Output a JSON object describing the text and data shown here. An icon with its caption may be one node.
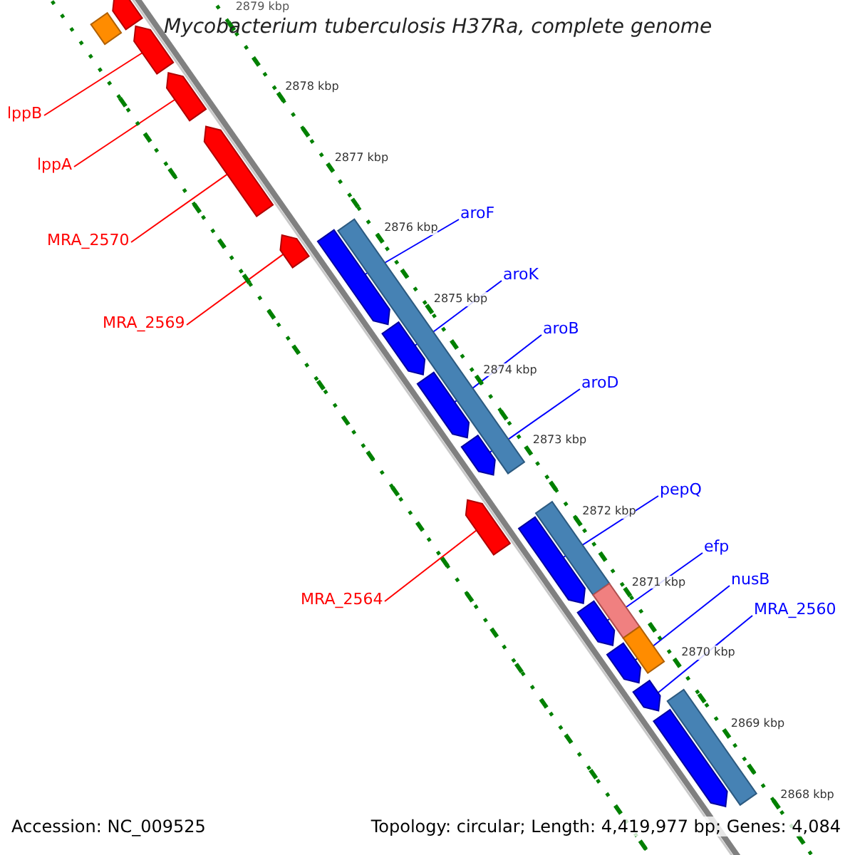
{
  "diagram": {
    "title": "Mycobacterium tuberculosis H37Ra, complete genome",
    "nodes": [
      {
        "text": [],
        "shape": "box"
      },
      {
        "text": [],
        "shape": "pentagon"
      },
      {
        "text": [],
        "shape": "pentagon"
      },
      {
        "text": [],
        "shape": "pentagon"
      },
      {
        "text": [],
        "shape": "pentagon"
      },
      {
        "text": [],
        "shape": "pentagon"
      },
      {
        "text": [],
        "shape": "pentagon"
      },
      {
        "text": [],
        "shape": "bar"
      },
      {
        "text": [],
        "shape": "pentagon"
      },
      {
        "text": [],
        "shape": "pentagon"
      },
      {
        "text": [],
        "shape": "pentagon"
      },
      {
        "text": [],
        "shape": "pentagon"
      },
      {
        "text": [],
        "shape": "bar"
      },
      {
        "text": [],
        "shape": "pentagon"
      },
      {
        "text": [],
        "shape": "bar"
      },
      {
        "text": [],
        "shape": "pentagon"
      },
      {
        "text": [],
        "shape": "bar"
      },
      {
        "text": [],
        "shape": "pentagon"
      },
      {
        "text": [],
        "shape": "pentagon"
      },
      {
        "text": [],
        "shape": "bar"
      },
      {
        "text": [],
        "shape": "pentagon"
      },
      {
        "text": [
          "lppB"
        ]
      },
      {
        "text": [
          "lppA"
        ]
      },
      {
        "text": [
          "aroF"
        ]
      },
      {
        "text": [
          "MRA_2570"
        ]
      },
      {
        "text": [
          "aroK"
        ]
      },
      {
        "text": [
          "MRA_2569"
        ]
      },
      {
        "text": [
          "aroB"
        ]
      },
      {
        "text": [
          "aroD"
        ]
      },
      {
        "text": [
          "pepQ"
        ]
      },
      {
        "text": [
          "efp"
        ]
      },
      {
        "text": [
          "nusB"
        ]
      },
      {
        "text": [
          "MRA_2564"
        ]
      },
      {
        "text": [
          "MRA_2560"
        ]
      }
    ],
    "edges": [
      {
        "from": 21,
        "to": 2,
        "arrow": "none",
        "color": "#ff0000"
      },
      {
        "from": 22,
        "to": 3,
        "arrow": "none",
        "color": "#ff0000"
      },
      {
        "from": 23,
        "to": 6,
        "arrow": "none"
      },
      {
        "from": 24,
        "to": 4,
        "arrow": "none",
        "color": "#ff0000"
      },
      {
        "from": 25,
        "to": 8,
        "arrow": "none"
      },
      {
        "from": 26,
        "to": 5,
        "arrow": "none",
        "color": "#ff0000"
      },
      {
        "from": 27,
        "to": 9,
        "arrow": "none"
      },
      {
        "from": 28,
        "to": 10,
        "arrow": "none"
      },
      {
        "from": 29,
        "to": 13,
        "arrow": "none"
      },
      {
        "from": 30,
        "to": 15,
        "arrow": "none"
      },
      {
        "from": 31,
        "to": 17,
        "arrow": "none"
      },
      {
        "from": 32,
        "to": 11,
        "arrow": "none",
        "color": "#ff0000"
      },
      {
        "from": 33,
        "to": 18,
        "arrow": "none"
      }
    ],
    "labels": [
      "2879 kbp",
      "2878 kbp",
      "2877 kbp",
      "2876 kbp",
      "2875 kbp",
      "2874 kbp",
      "2873 kbp",
      "2872 kbp",
      "2871 kbp",
      "2870 kbp",
      "2869 kbp",
      "2868 kbp",
      "Accession: NC_009525",
      "Topology: circular; Length: 4,419,977 bp; Genes: 4,084"
    ]
  }
}
